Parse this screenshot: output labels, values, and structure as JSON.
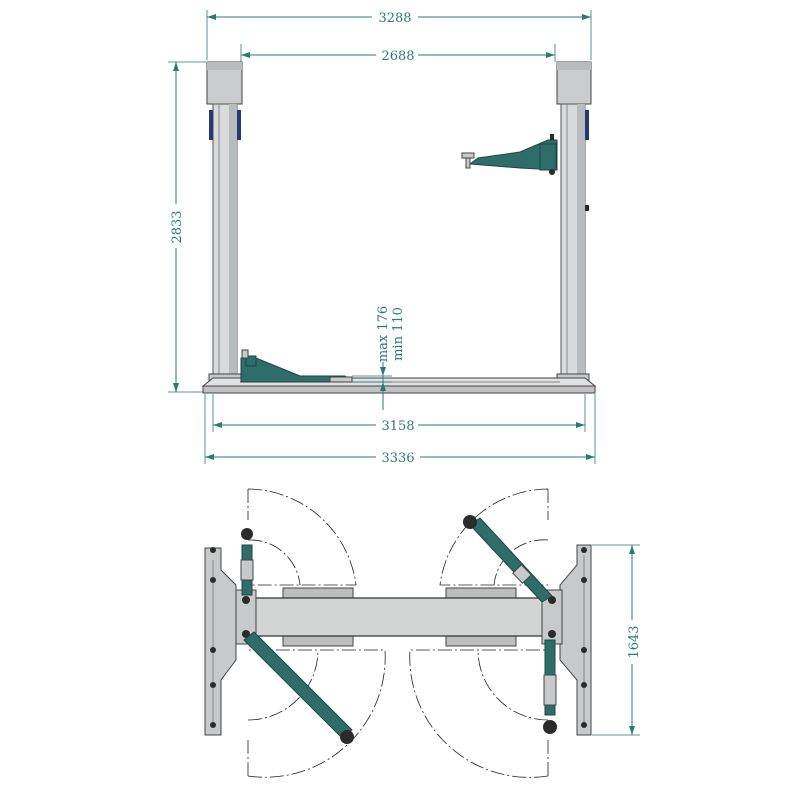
{
  "figure": {
    "front_view": {
      "dim_overall_top": "3288",
      "dim_posts_top": "2688",
      "dim_height": "2833",
      "pad_height_max": "max 176",
      "pad_height_min": "min 110",
      "dim_base_inner": "3158",
      "dim_base_outer": "3336"
    },
    "top_view": {
      "dim_depth": "1643"
    }
  },
  "colors": {
    "dimension": "#2a7a74",
    "arm": "#2f6e68",
    "post": "#d8dadb",
    "cylinder": "#2a3573"
  }
}
